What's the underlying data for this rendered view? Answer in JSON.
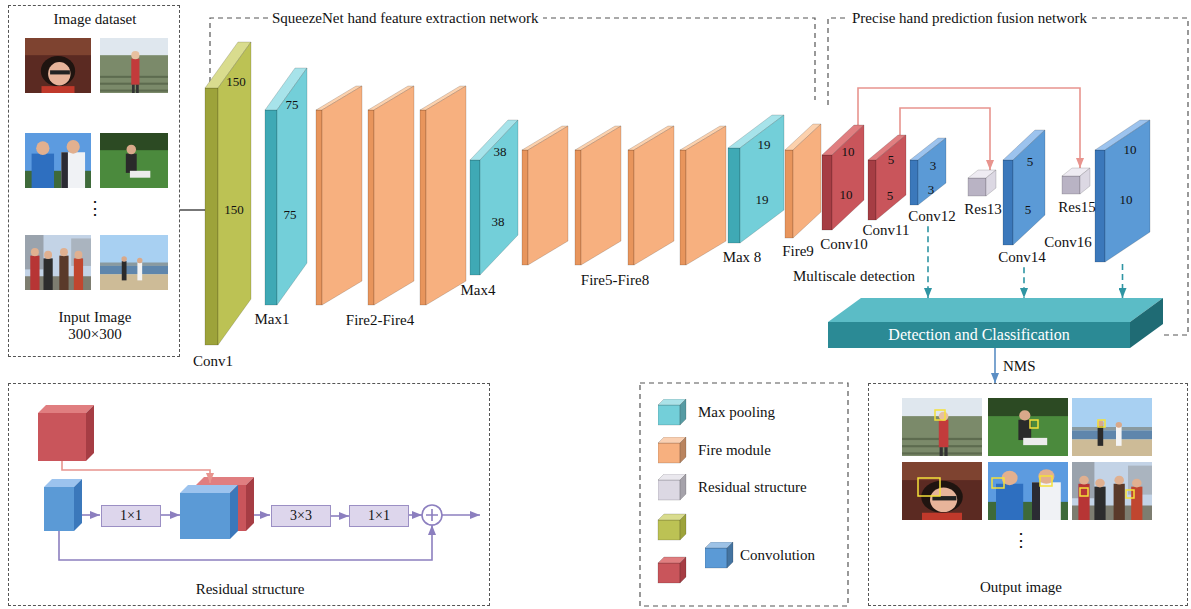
{
  "diagram": {
    "nodes": [
      {
        "text": [
          "Image dataset",
          "⋮",
          "Input Image 300×300"
        ]
      },
      {
        "text": [
          "150",
          "150",
          "Conv1"
        ]
      },
      {
        "text": [
          "75",
          "75",
          "Max1"
        ]
      },
      {
        "text": [
          "38",
          "38",
          "Max4"
        ]
      },
      {
        "text": [
          "19",
          "19",
          "Max 8"
        ]
      },
      {
        "text": [
          "Fire9"
        ]
      },
      {
        "text": [
          "10",
          "10",
          "Conv10"
        ]
      },
      {
        "text": [
          "5",
          "5",
          "Conv11"
        ]
      },
      {
        "text": [
          "3",
          "3",
          "Conv12"
        ]
      },
      {
        "text": [
          "Res13"
        ]
      },
      {
        "text": [
          "5",
          "5",
          "Conv14"
        ]
      },
      {
        "text": [
          "Res15"
        ]
      },
      {
        "text": [
          "10",
          "10",
          "Conv16"
        ]
      },
      {
        "text": [
          "Detection and Classification"
        ]
      },
      {
        "text": [
          "⋮",
          "Output image"
        ]
      },
      {
        "text": [
          "Residual structure"
        ]
      },
      {
        "text": [
          "1×1"
        ],
        "in": 15
      },
      {
        "text": [
          "3×3"
        ],
        "in": 15
      },
      {
        "text": [
          "1×1"
        ],
        "in": 15
      }
    ],
    "edges": [
      {
        "from": 0,
        "to": 1,
        "arrow": "none"
      },
      {
        "from": 6,
        "to": 11,
        "arrow": "to"
      },
      {
        "from": 7,
        "to": 9,
        "arrow": "to"
      },
      {
        "from": 8,
        "to": 13,
        "arrow": "to"
      },
      {
        "from": 10,
        "to": 13,
        "arrow": "to"
      },
      {
        "from": 12,
        "to": 13,
        "arrow": "to"
      },
      {
        "from": 13,
        "to": 14,
        "arrow": "to",
        "label": "NMS"
      },
      {
        "from": 17,
        "to": 18,
        "arrow": "to"
      }
    ],
    "labels": [
      "SqueezeNet hand feature extraction network",
      "Precise hand prediction fusion network",
      "Fire2-Fire4",
      "Fire5-Fire8",
      "Multiscale detection"
    ],
    "legend": [
      {
        "text": "Max pooling",
        "color": "#73cfd9"
      },
      {
        "text": "Fire module",
        "color": "#f7b07f"
      },
      {
        "text": "Residual structure",
        "color": "#dcd8e3"
      },
      {
        "text": "Convolution",
        "color": "#5b9ad6"
      }
    ]
  }
}
